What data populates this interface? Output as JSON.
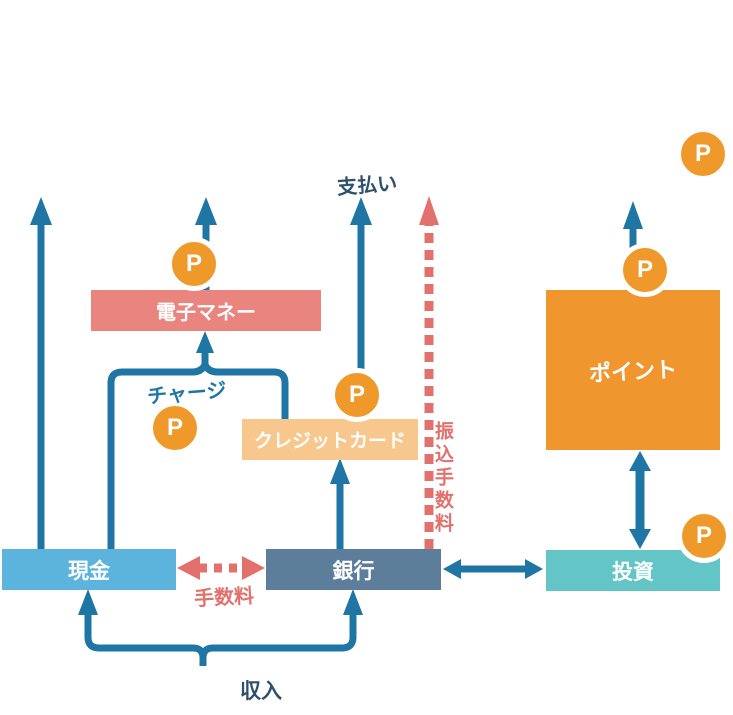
{
  "diagram": {
    "nodes": {
      "emoney": "電子マネー",
      "credit_card": "クレジットカード",
      "points": "ポイント",
      "cash": "現金",
      "bank": "銀行",
      "investment": "投資"
    },
    "labels": {
      "payment": "支払い",
      "charge": "チャージ",
      "fee": "手数料",
      "transfer_fee": "振込手数料",
      "income": "収入"
    },
    "badge_letter": "P"
  },
  "colors": {
    "blue": "#1f75a4",
    "navy": "#2e506b",
    "salmon": "#e2716d",
    "emoney_box": "#e9847e",
    "credit_box": "#f7c78e",
    "points_box": "#f0962e",
    "cash_box": "#5cb4dc",
    "bank_box": "#5d7e9a",
    "invest_box": "#64c5c7",
    "badge_bg": "#f0992b"
  }
}
